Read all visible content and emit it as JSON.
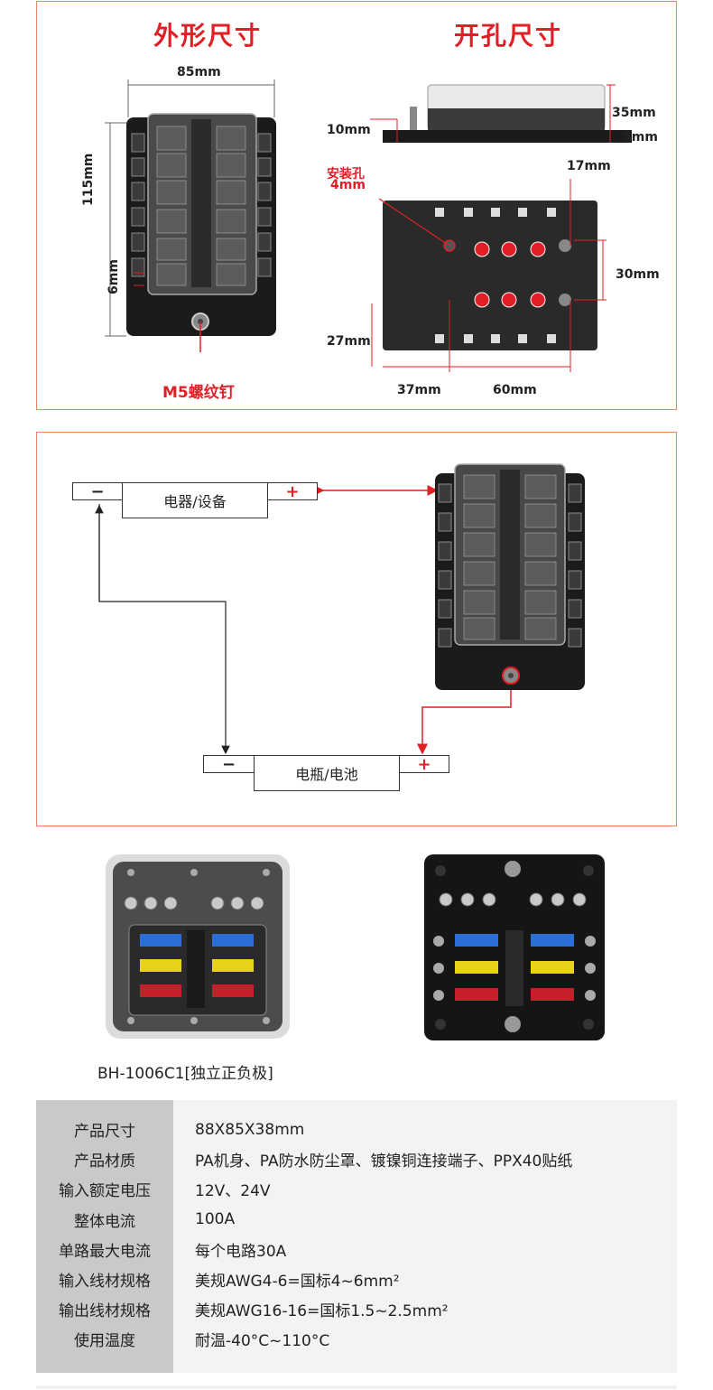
{
  "section1": {
    "title_left": "外形尺寸",
    "title_right": "开孔尺寸",
    "dims": {
      "width": "85mm",
      "height": "115mm",
      "six": "6mm",
      "ten": "10mm",
      "thirtyfive": "35mm",
      "five": "5mm",
      "seventeen": "17mm",
      "thirty": "30mm",
      "twentyseven": "27mm",
      "thirtyseven": "37mm",
      "sixty": "60mm"
    },
    "mount_hole_label": "安装孔",
    "mount_hole_size": "4mm",
    "screw_label": "M5螺纹钉"
  },
  "section2": {
    "device_minus": "−",
    "device_label": "电器/设备",
    "device_plus": "+",
    "battery_minus": "−",
    "battery_label": "电瓶/电池",
    "battery_plus": "+"
  },
  "product": {
    "caption": "BH-1006C1[独立正负极]"
  },
  "specs": [
    {
      "key": "产品尺寸",
      "value": "88X85X38mm"
    },
    {
      "key": "产品材质",
      "value": "PA机身、PA防水防尘罩、镀镍铜连接端子、PPX40贴纸"
    },
    {
      "key": "输入额定电压",
      "value": "12V、24V"
    },
    {
      "key": "整体电流",
      "value": "100A"
    },
    {
      "key": "单路最大电流",
      "value": "每个电路30A"
    },
    {
      "key": "输入线材规格",
      "value": "美规AWG4-6=国标4~6mm²"
    },
    {
      "key": "输出线材规格",
      "value": "美规AWG16-16=国标1.5~2.5mm²"
    },
    {
      "key": "使用温度",
      "value": "耐温-40°C~110°C"
    }
  ],
  "colors": {
    "accent_red": "#e01f26",
    "panel_border": "#e8875a",
    "fuse_blue": "#2a6fd6",
    "fuse_yellow": "#e8d21a",
    "fuse_red": "#c8202a"
  }
}
